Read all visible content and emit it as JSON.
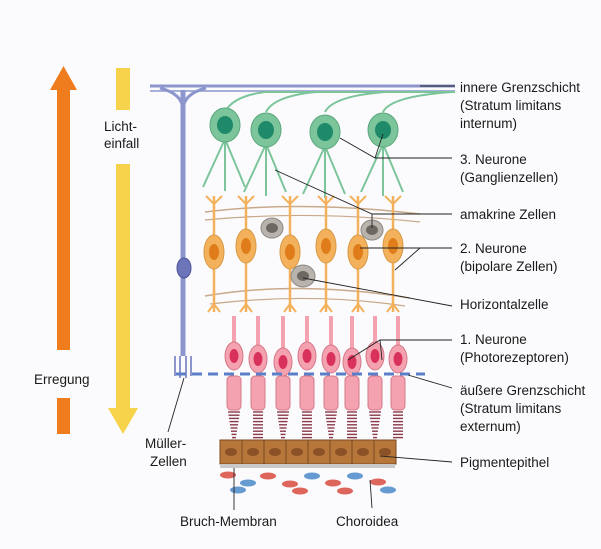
{
  "arrows": {
    "licht": {
      "label_line1": "Licht-",
      "label_line2": "einfall",
      "color": "#f6d34a"
    },
    "erregung": {
      "label": "Erregung",
      "color": "#ef7d1e"
    }
  },
  "labels": {
    "innere": [
      "innere Grenzschicht",
      "(Stratum limitans",
      "internum)"
    ],
    "neurone3": [
      "3. Neurone",
      "(Ganglienzellen)"
    ],
    "amakrine": [
      "amakrine Zellen"
    ],
    "neurone2": [
      "2. Neurone",
      "(bipolare Zellen)"
    ],
    "horizontal": [
      "Horizontalzelle"
    ],
    "neurone1": [
      "1. Neurone",
      "(Photorezeptoren)"
    ],
    "aeussere": [
      "äußere Grenzschicht",
      "(Stratum limitans",
      "externum)"
    ],
    "pigment": [
      "Pigmentepithel"
    ],
    "mueller": [
      "Müller-",
      "Zellen"
    ],
    "bruch": [
      "Bruch-Membran"
    ],
    "choroidea": [
      "Choroidea"
    ]
  },
  "colors": {
    "ganglion": "#7cc59a",
    "ganglion_nucleus": "#1f8a6a",
    "bipolar": "#f2b15a",
    "bipolar_nucleus": "#e07d1a",
    "photoreceptor": "#f4a2b0",
    "photoreceptor_nucleus": "#d8325a",
    "mueller": "#8c96cc",
    "amacrine": "#b9b3ae",
    "pigment": "#b7773a",
    "outer_limit_dash": "#5a7ec8",
    "choroid": "#d84a40",
    "choroid_blue": "#4a8ac8"
  }
}
